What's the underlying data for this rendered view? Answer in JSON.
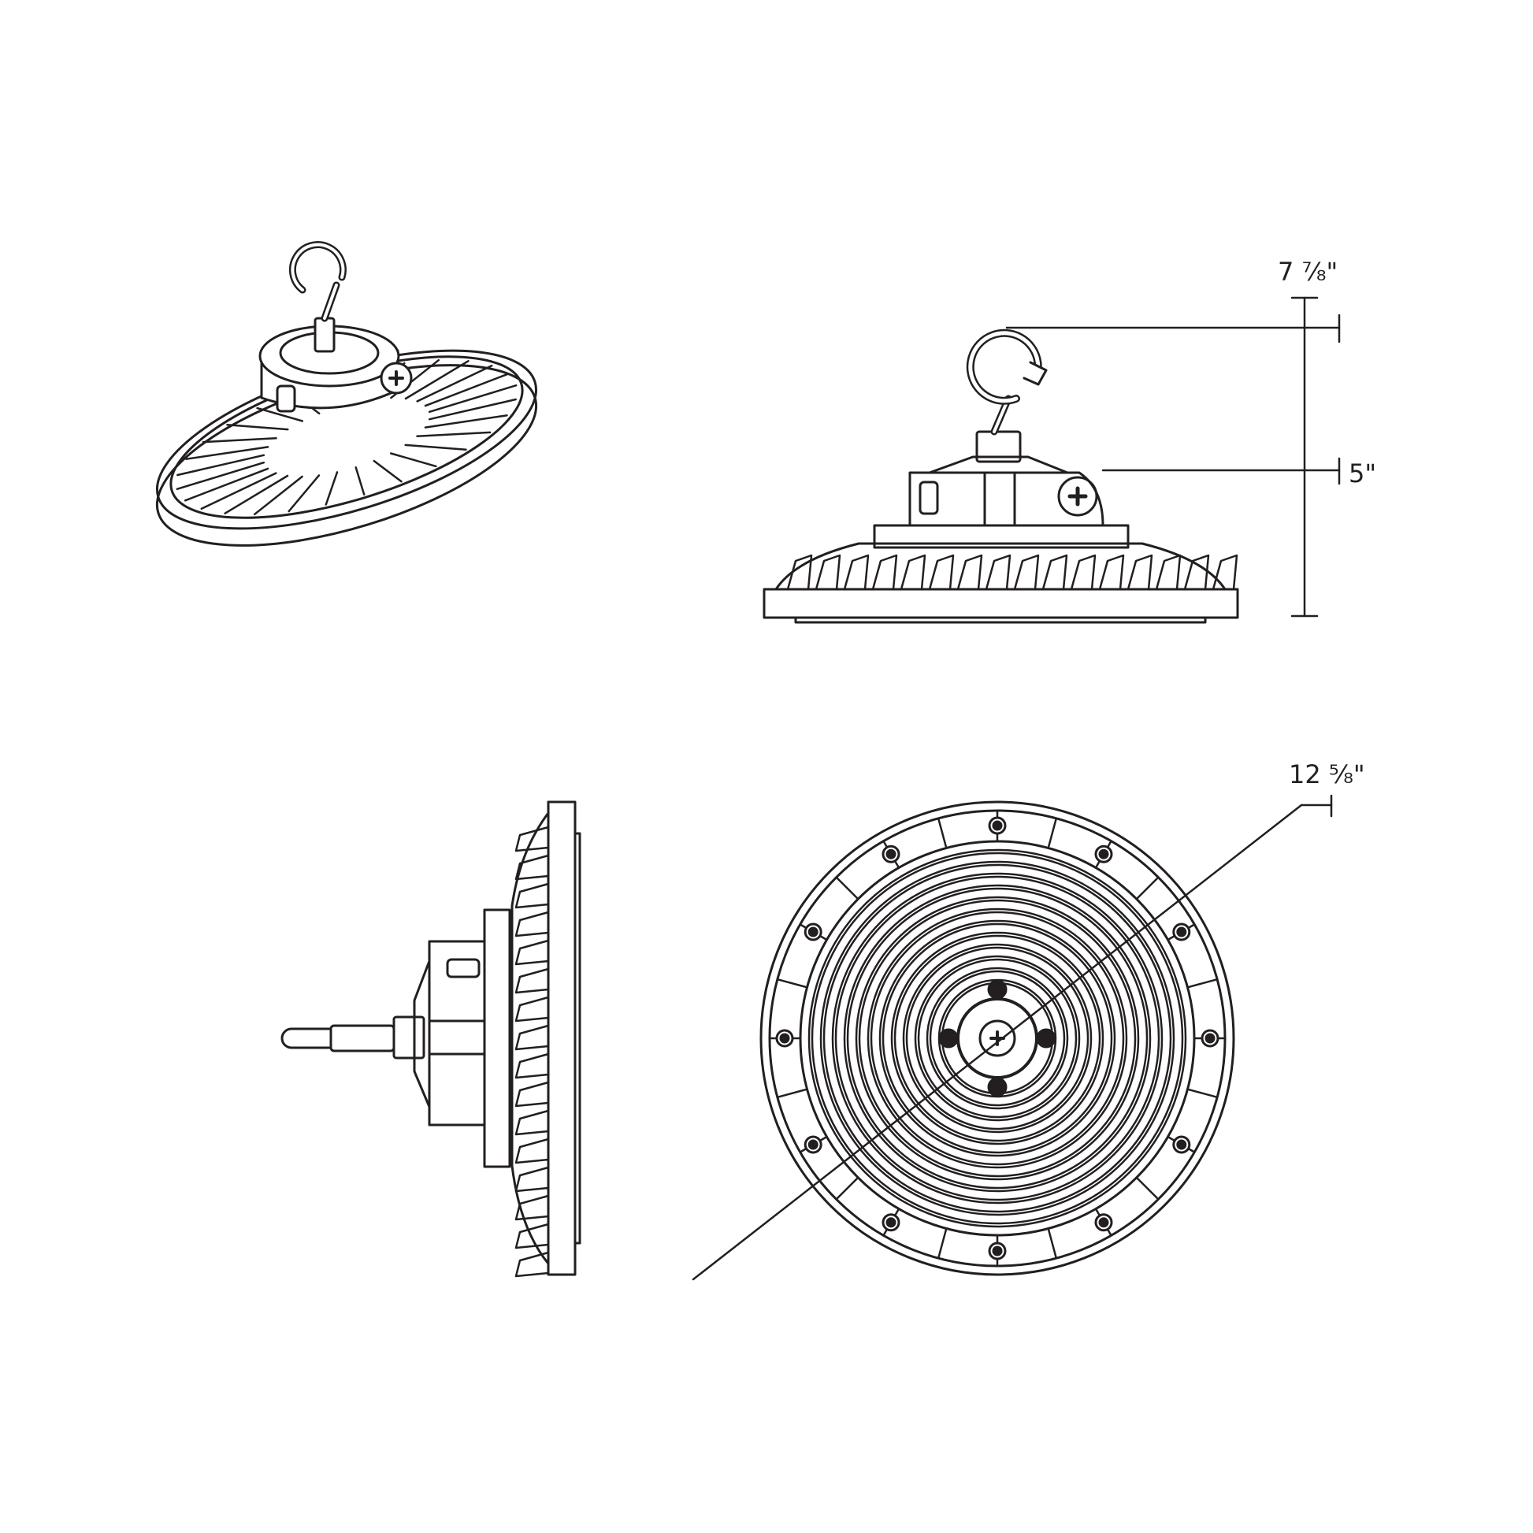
{
  "dimensions": {
    "overall_height": "7 ⁷⁄₈\"",
    "body_height": "5\"",
    "diameter": "12 ⁵⁄₈\""
  },
  "colors": {
    "stroke": "#231f20",
    "background": "#ffffff"
  },
  "views": {
    "isometric": "isometric-view",
    "front": "front-elevation-view",
    "side": "side-elevation-view",
    "bottom": "bottom-plan-view"
  }
}
